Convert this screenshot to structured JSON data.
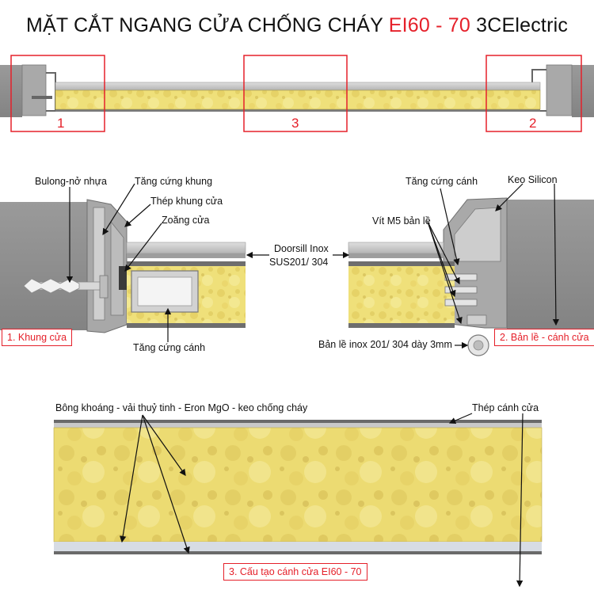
{
  "title": {
    "main": "MẶT CẮT NGANG CỬA CHỐNG CHÁY ",
    "accent": "EI60 - 70",
    "brand": " 3CElectric"
  },
  "overview": {
    "callout_1": "1",
    "callout_2": "2",
    "callout_3": "3"
  },
  "detail_1": {
    "bolt": "Bulong-nở nhựa",
    "frame_reinforce": "Tăng cứng khung",
    "frame_steel": "Thép khung cửa",
    "gasket": "Zoăng cửa",
    "leaf_reinforce": "Tăng cứng cánh",
    "section_label": "1. Khung cửa"
  },
  "doorsill": {
    "line1": "Doorsill Inox",
    "line2": "SUS201/ 304"
  },
  "detail_2": {
    "leaf_reinforce": "Tăng cứng cánh",
    "silicone": "Keo Silicon",
    "screw": "Vít M5 bản lề",
    "hinge": "Bản lề inox 201/ 304 dày 3mm",
    "section_label": "2. Bản lề - cánh cửa"
  },
  "detail_3": {
    "core": "Bông khoáng - vải thuỷ tinh - Eron MgO - keo chống cháy",
    "leaf_steel": "Thép cánh cửa",
    "section_label": "3. Cấu tạo cánh cửa EI60 - 70"
  },
  "colors": {
    "accent": "#e5202a",
    "core": "#efe07a",
    "wall": "#8f8f8f",
    "steel": "#c8c8c8"
  }
}
